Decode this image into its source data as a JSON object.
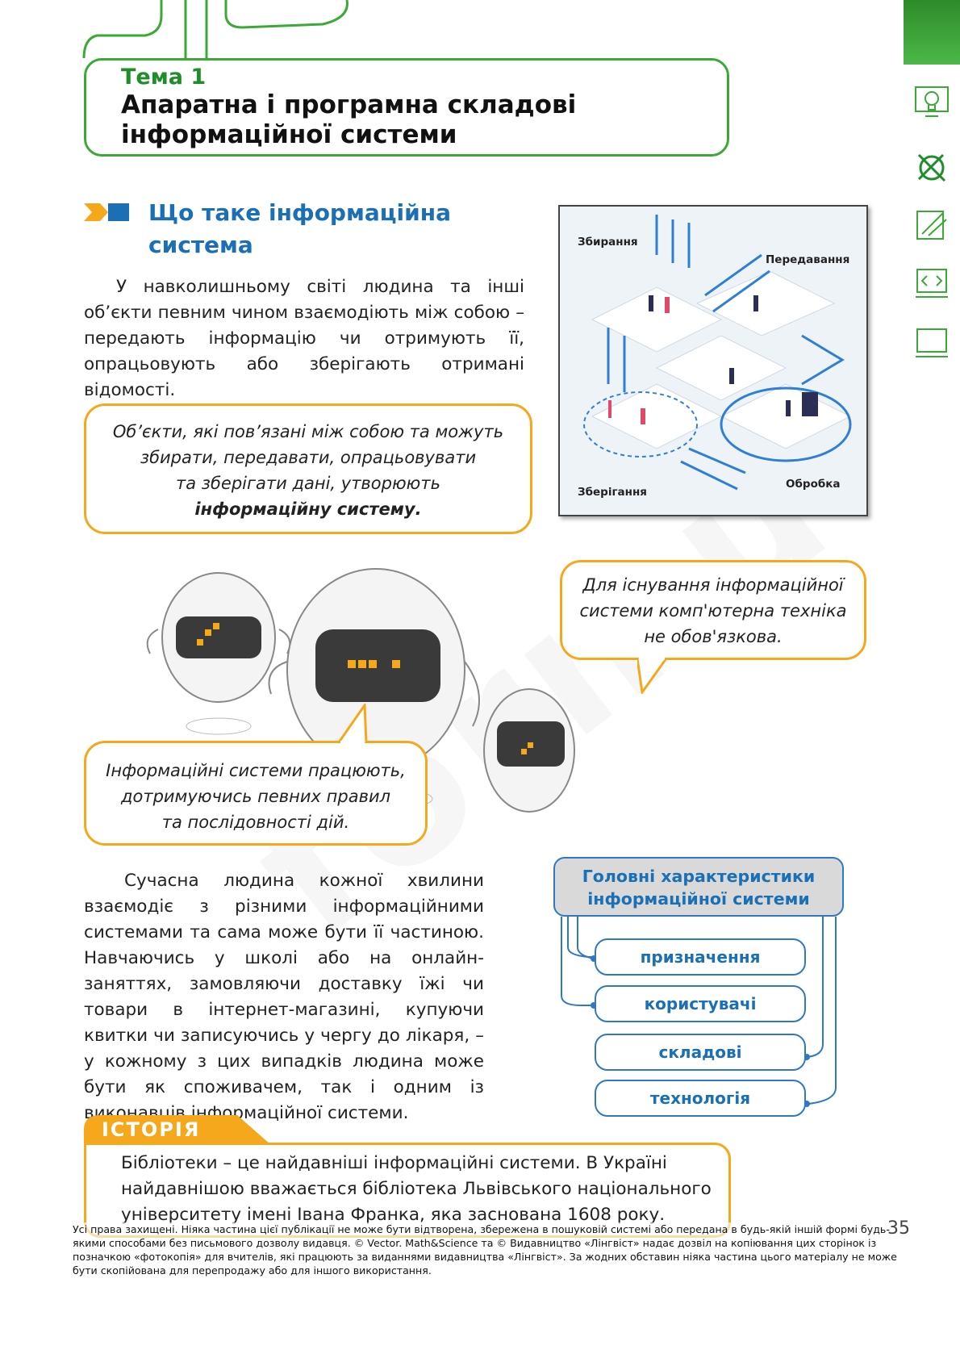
{
  "topic": {
    "number": "Тема 1",
    "title_line1": "Апаратна і програмна складові",
    "title_line2": "інформаційної системи"
  },
  "section": {
    "title_line1": "Що таке інформаційна",
    "title_line2": "система"
  },
  "intro_paragraph": "У навколишньому світі людина та інші об’єкти певним чином взаємодіють між собою – передають інформацію чи отримують її, опрацьовують або зберігають отримані відомості.",
  "callout_definition": {
    "line1": "Об’єкти, які пов’язані між собою та можуть",
    "line2": "збирати, передавати, опрацьовувати",
    "line3": "та зберігати дані, утворюють",
    "emphasis": "інформаційну систему."
  },
  "callout_hardware": {
    "line1": "Для існування інформаційної",
    "line2": "системи комп'ютерна техніка",
    "line3": "не обов'язкова."
  },
  "callout_rules": {
    "line1": "Інформаційні системи працюють,",
    "line2": "дотримуючись певних правил",
    "line3": "та послідовності дій."
  },
  "illustration_labels": {
    "collection": "Збирання",
    "transfer": "Передавання",
    "storage": "Зберігання",
    "processing": "Обробка"
  },
  "second_paragraph": "Сучасна людина кожної хвилини взаємодіє з різними інформаційними системами та сама може бути її частиною. Навчаючись у школі або на онлайн-заняттях, замовляючи доставку їжі чи товари в інтернет-магазині, купуючи квитки чи записуючись у чергу до лікаря, – у кожному з цих випадків людина може бути як споживачем, так і одним із виконавців інформаційної системи.",
  "characteristics": {
    "title_line1": "Головні характеристики",
    "title_line2": "інформаційної системи",
    "items": [
      "призначення",
      "користувачі",
      "складові",
      "технологія"
    ]
  },
  "history": {
    "label": "ІСТОРІЯ",
    "text": "Бібліотеки – це найдавніші інформаційні системи. В Україні найдавнішою вважається бібліотека Львівського національного університету імені Івана Франка, яка заснована 1608 року."
  },
  "footer": {
    "copyright": "Усі права захищені. Ніяка частина цієї публікації не може бути відтворена, збережена в пошуковій системі або передана в будь-якій іншій формі будь-якими способами без письмового дозволу видавця. © Vector. Math&Science та © Видавництво «Лінгвіст» надає дозвіл на копіювання цих сторінок із позначкою «фотокопія» для вчителів, які працюють за виданнями видавництва «Лінгвіст». За жодних обставин ніяка частина цього матеріалу не може бути скопійована для перепродажу або для іншого використання.",
    "page_number": "35"
  },
  "side_icons": [
    "lightbulb-icon",
    "ruler-pencil-icon",
    "ruler-pencil-outline-icon",
    "code-screen-icon",
    "monitor-icon"
  ],
  "colors": {
    "green": "#3aa935",
    "blue": "#1a6fb5",
    "orange": "#f5a81c"
  }
}
